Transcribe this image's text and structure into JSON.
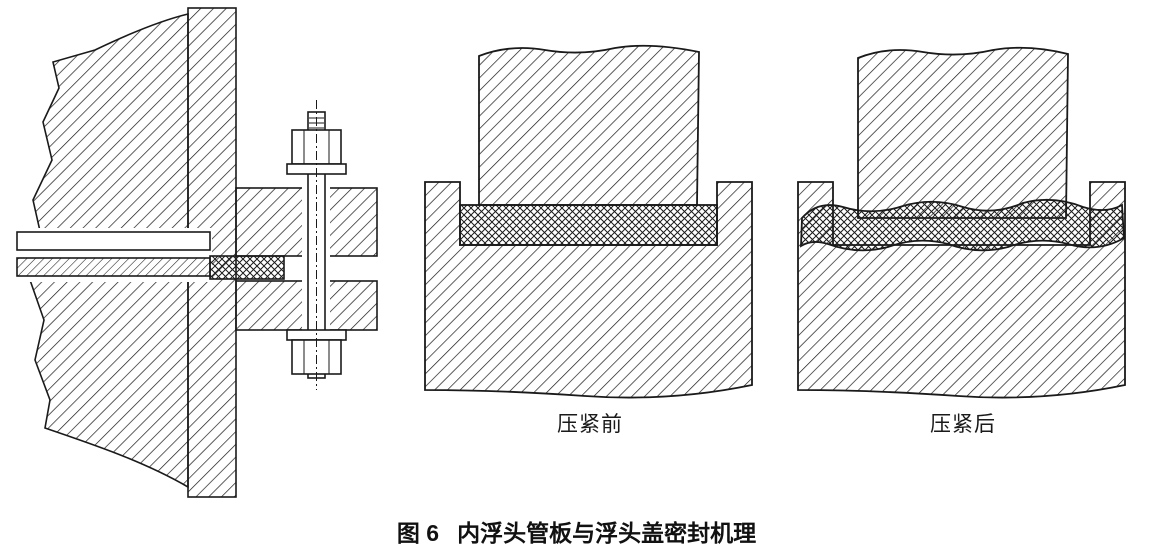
{
  "figure": {
    "caption_label": "图 6",
    "caption_title": "内浮头管板与浮头盖密封机理",
    "panels": [
      {
        "id": "flange-assembly",
        "label": ""
      },
      {
        "id": "before-compression",
        "label": "压紧前"
      },
      {
        "id": "after-compression",
        "label": "压紧后"
      }
    ]
  },
  "colors": {
    "ink": "#1a1a1a",
    "background": "#ffffff"
  }
}
